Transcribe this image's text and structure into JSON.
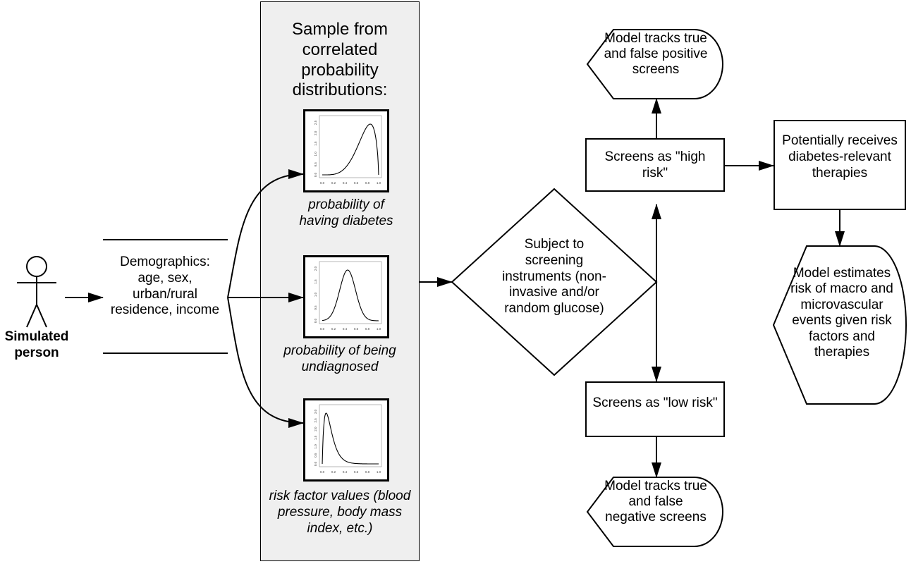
{
  "person": {
    "label": "Simulated person"
  },
  "demographics": {
    "text": "Demographics: age, sex, urban/rural residence, income"
  },
  "sample_panel": {
    "title": "Sample from correlated probability distributions:",
    "items": [
      {
        "caption": "probability of having diabetes",
        "shape": "left-skewed",
        "xticks": [
          "0.0",
          "0.2",
          "0.4",
          "0.6",
          "0.8",
          "1.0"
        ],
        "yticks": [
          "0.0",
          "0.5",
          "1.0",
          "1.5",
          "2.0",
          "2.5"
        ]
      },
      {
        "caption": "probability of being undiagnosed",
        "shape": "symmetric",
        "xticks": [
          "0.0",
          "0.2",
          "0.4",
          "0.6",
          "0.8",
          "1.0"
        ],
        "yticks": [
          "0.0",
          "0.5",
          "1.0",
          "1.5",
          "2.0"
        ]
      },
      {
        "caption": "risk factor values (blood pressure, body mass index, etc.)",
        "shape": "right-skewed",
        "xticks": [
          "0.0",
          "0.2",
          "0.4",
          "0.6",
          "0.8",
          "1.0"
        ],
        "yticks": [
          "0.0",
          "0.5",
          "1.0",
          "1.5",
          "2.0",
          "2.5",
          "3.0"
        ]
      }
    ]
  },
  "screening": {
    "text": "Subject to screening instruments (non-invasive and/or random glucose)"
  },
  "high_risk": {
    "text": "Screens as \"high risk\""
  },
  "low_risk": {
    "text": "Screens as \"low risk\""
  },
  "tracks_positive": {
    "text": "Model tracks true and false positive screens"
  },
  "tracks_negative": {
    "text": "Model tracks true and false negative screens"
  },
  "therapies": {
    "text": "Potentially receives diabetes-relevant therapies"
  },
  "estimates": {
    "text": "Model estimates risk of macro and microvascular events given risk factors and therapies"
  }
}
